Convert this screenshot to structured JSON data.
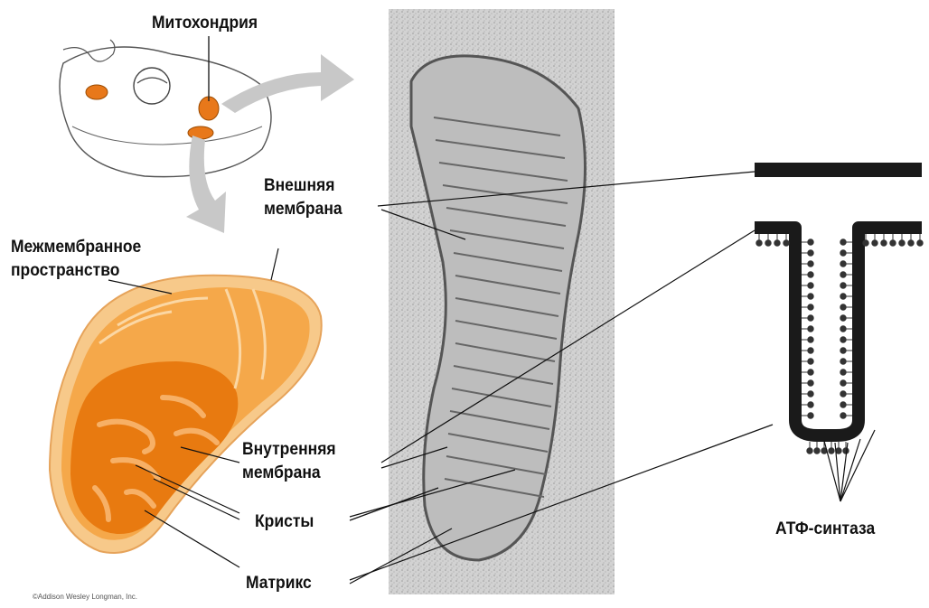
{
  "labels": {
    "mitochondria": "Митохондрия",
    "outer_membrane_l1": "Внешняя",
    "outer_membrane_l2": "мембрана",
    "intermembrane_l1": "Межмембранное",
    "intermembrane_l2": "пространство",
    "inner_membrane_l1": "Внутренняя",
    "inner_membrane_l2": "мембрана",
    "cristae": "Кристы",
    "matrix": "Матрикс",
    "atp_synthase": "АТФ-синтаза"
  },
  "credit": "©Addison Wesley Longman, Inc.",
  "colors": {
    "mito_outer": "#f7c98a",
    "mito_body": "#f5a84a",
    "mito_inner": "#e87a10",
    "micrograph": "#cfcfcf",
    "membrane": "#1a1a1a",
    "arrow": "#c8c8c8"
  },
  "icons": [
    "curved-arrow-icon",
    "down-arrow-icon"
  ]
}
